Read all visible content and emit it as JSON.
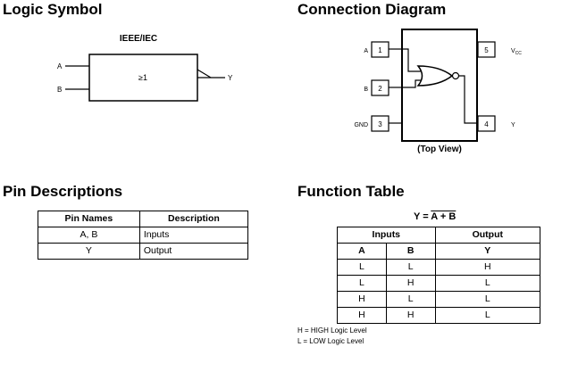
{
  "logic_symbol": {
    "heading": "Logic Symbol",
    "standard": "IEEE/IEC",
    "function_label": "≥1",
    "input_a": "A",
    "input_b": "B",
    "output": "Y"
  },
  "connection_diagram": {
    "heading": "Connection Diagram",
    "view_label": "(Top View)",
    "pins": {
      "p1": {
        "number": "1",
        "name": "A"
      },
      "p2": {
        "number": "2",
        "name": "B"
      },
      "p3": {
        "number": "3",
        "name": "GND"
      },
      "p4": {
        "number": "4",
        "name": "Y"
      },
      "p5": {
        "number": "5",
        "name_main": "V",
        "name_sub": "CC"
      }
    }
  },
  "pin_descriptions": {
    "heading": "Pin Descriptions",
    "headers": [
      "Pin Names",
      "Description"
    ],
    "rows": [
      [
        "A, B",
        "Inputs"
      ],
      [
        "Y",
        "Output"
      ]
    ]
  },
  "function_table": {
    "heading": "Function Table",
    "equation_prefix": "Y = ",
    "equation_expr": "A + B",
    "group_headers": [
      "Inputs",
      "Output"
    ],
    "headers": [
      "A",
      "B",
      "Y"
    ],
    "rows": [
      [
        "L",
        "L",
        "H"
      ],
      [
        "L",
        "H",
        "L"
      ],
      [
        "H",
        "L",
        "L"
      ],
      [
        "H",
        "H",
        "L"
      ]
    ],
    "legend": [
      "H = HIGH Logic Level",
      "L = LOW Logic Level"
    ]
  }
}
